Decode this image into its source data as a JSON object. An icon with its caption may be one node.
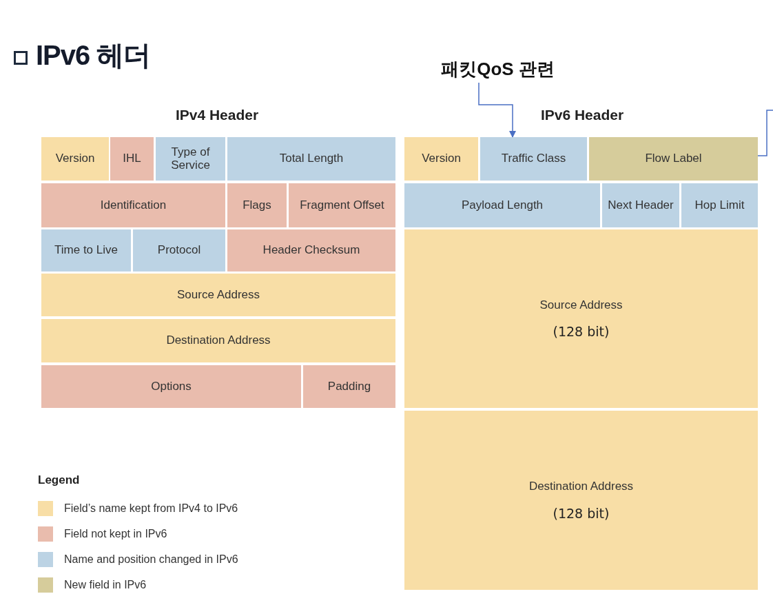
{
  "diagram": {
    "title": "IPv6 헤더",
    "nodes": [
      {
        "text": [
          "패킷QoS 관련"
        ]
      },
      {
        "text": [
          "Version"
        ]
      },
      {
        "text": [
          "IHL"
        ]
      },
      {
        "text": [
          "Type of Service"
        ]
      },
      {
        "text": [
          "Total Length"
        ]
      },
      {
        "text": [
          "Identification"
        ]
      },
      {
        "text": [
          "Flags"
        ]
      },
      {
        "text": [
          "Fragment Offset"
        ]
      },
      {
        "text": [
          "Time to Live"
        ]
      },
      {
        "text": [
          "Protocol"
        ]
      },
      {
        "text": [
          "Header Checksum"
        ]
      },
      {
        "text": [
          "Source Address"
        ]
      },
      {
        "text": [
          "Destination Address"
        ]
      },
      {
        "text": [
          "Options"
        ]
      },
      {
        "text": [
          "Padding"
        ]
      },
      {
        "text": [
          "Version"
        ]
      },
      {
        "text": [
          "Traffic Class"
        ]
      },
      {
        "text": [
          "Flow Label"
        ]
      },
      {
        "text": [
          "Payload Length"
        ]
      },
      {
        "text": [
          "Next Header"
        ]
      },
      {
        "text": [
          "Hop Limit"
        ]
      },
      {
        "text": [
          "Source Address",
          "(128 bit)"
        ]
      },
      {
        "text": [
          "Destination Address",
          "(128 bit)"
        ]
      }
    ],
    "edges": [
      {
        "from": 0,
        "to": 16,
        "arrow": "to"
      },
      {
        "from": 17,
        "to": null,
        "arrow": "none"
      }
    ],
    "labels": [
      "IPv4 Header",
      "IPv6 Header",
      "Legend"
    ],
    "legend": [
      {
        "text": "Field’s name kept from IPv4 to IPv6",
        "color": "#f8dea6"
      },
      {
        "text": "Field not kept in IPv6",
        "color": "#e9bcad"
      },
      {
        "text": "Name and position changed in IPv6",
        "color": "#bcd3e4"
      },
      {
        "text": "New field in IPv6",
        "color": "#d6cc9b"
      }
    ]
  }
}
